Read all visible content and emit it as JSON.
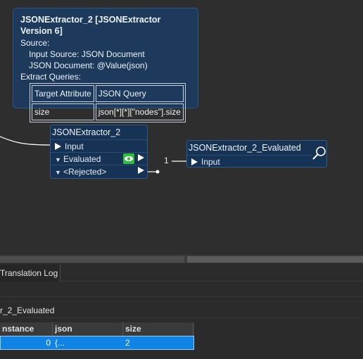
{
  "tooltip": {
    "title": "JSONExtractor_2 [JSONExtractor Version 6]",
    "source_label": "Source:",
    "input_source": "Input Source: JSON Document",
    "json_document": "JSON Document: @Value(json)",
    "extract_label": "Extract Queries:",
    "table": {
      "headers": [
        "Target Attribute",
        "JSON Query"
      ],
      "rows": [
        [
          "size",
          "json[*][*][\"nodes\"].size"
        ]
      ]
    }
  },
  "extractor": {
    "name": "JSONExtractor_2",
    "input_port": "Input",
    "evaluated_port": "Evaluated",
    "rejected_port": "<Rejected>",
    "feature_count": "1"
  },
  "inspector_node": {
    "name": "JSONExtractor_2_Evaluated",
    "input_port": "Input"
  },
  "tabs": {
    "translation_log": "Translation Log"
  },
  "panel": {
    "title": "r_2_Evaluated"
  },
  "grid": {
    "headers": [
      "nstance",
      "json",
      "size"
    ],
    "rows": [
      [
        "0",
        "{...",
        "2"
      ]
    ]
  },
  "colors": {
    "node_fill": "#163254",
    "tooltip_fill": "#1d3a5c",
    "selection": "#0f84e6",
    "eye_badge": "#2fbf3a"
  },
  "icons": {
    "inspect": "magnifier-icon",
    "visible": "eye-icon"
  }
}
